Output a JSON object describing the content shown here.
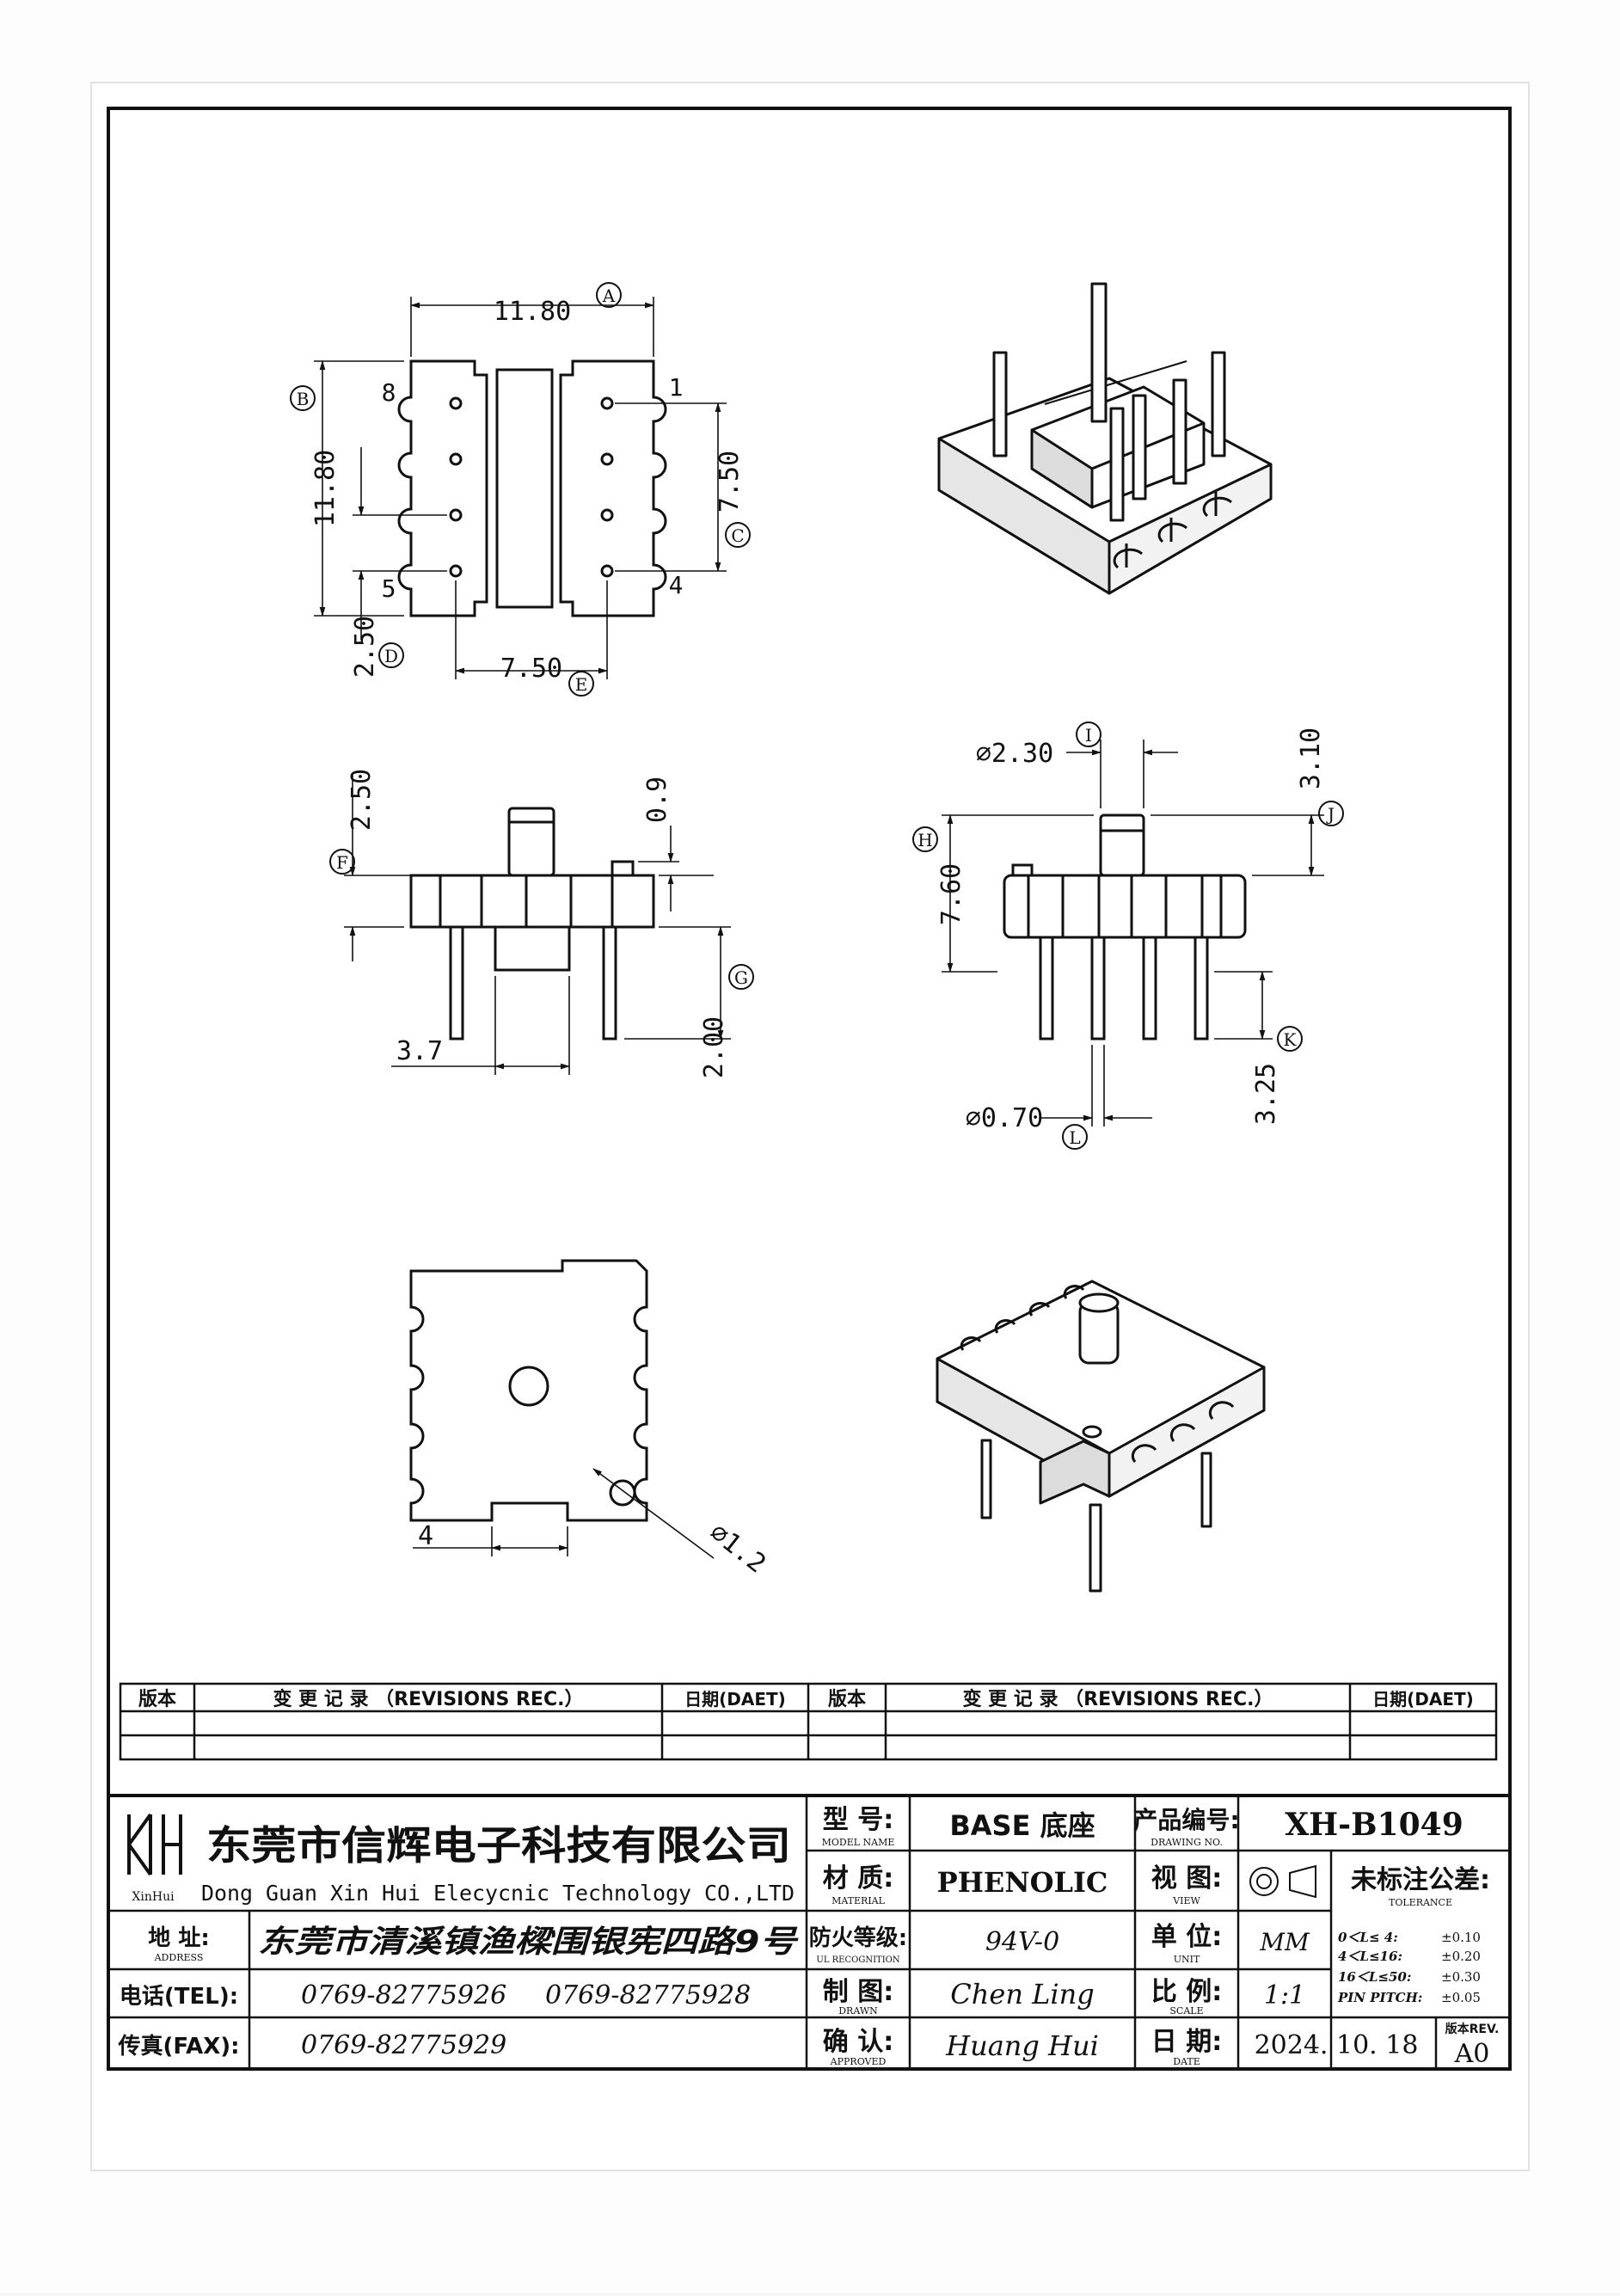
{
  "drawing": {
    "top_view": {
      "width_dim": "11.80",
      "width_ref": "A",
      "height_dim": "11.80",
      "height_ref": "B",
      "pitch_right": "7.50",
      "pitch_right_ref": "C",
      "pin_offset": "2.50",
      "pin_offset_ref": "D",
      "pitch_bottom": "7.50",
      "pitch_bottom_ref": "E",
      "pin_numbers": [
        "8",
        "1",
        "5",
        "4"
      ]
    },
    "front_view": {
      "post_height": "2.50",
      "post_ref": "F",
      "step": "0.9",
      "pin_len": "2.00",
      "pin_ref": "G",
      "slot_width": "3.7"
    },
    "side_view": {
      "post_dia": "⌀2.30",
      "post_dia_ref": "I",
      "total_height": "7.60",
      "total_height_ref": "H",
      "top_step": "3.10",
      "top_step_ref": "J",
      "pin_length": "3.25",
      "pin_length_ref": "K",
      "pin_dia": "⌀0.70",
      "pin_dia_ref": "L"
    },
    "bottom_view": {
      "slot_width": "4",
      "hole_dia": "⌀1.2"
    }
  },
  "revisions": {
    "headers": [
      "版本",
      "变 更 记 录 （REVISIONS REC.）",
      "日期(DAET)",
      "版本",
      "变 更 记 录 （REVISIONS REC.）",
      "日期(DAET)"
    ]
  },
  "company": {
    "name_cn": "东莞市信辉电子科技有限公司",
    "name_en": "Dong Guan Xin Hui Elecycnic Technology CO.,LTD",
    "logo_text": "XinHui",
    "address_label": "地 址:",
    "address_label_en": "ADDRESS",
    "address": "东莞市清溪镇渔樑围银宪四路9号",
    "tel_label": "电话(TEL):",
    "tel": [
      "0769-82775926",
      "0769-82775928"
    ],
    "fax_label": "传真(FAX):",
    "fax": "0769-82775929"
  },
  "title_block": {
    "model_label": "型 号:",
    "model_label_en": "MODEL NAME",
    "model": "BASE 底座",
    "material_label": "材 质:",
    "material_label_en": "MATERIAL",
    "material": "PHENOLIC",
    "ul_label": "防火等级:",
    "ul_label_en": "UL RECOGNITION",
    "ul": "94V-0",
    "drawn_label": "制 图:",
    "drawn_label_en": "DRAWN",
    "drawn": "Chen Ling",
    "approved_label": "确 认:",
    "approved_label_en": "APPROVED",
    "approved": "Huang Hui",
    "drawing_no_label": "产品编号:",
    "drawing_no_label_en": "DRAWING NO.",
    "drawing_no": "XH-B1049",
    "view_label": "视 图:",
    "view_label_en": "VIEW",
    "unit_label": "单 位:",
    "unit_label_en": "UNIT",
    "unit": "MM",
    "scale_label": "比 例:",
    "scale_label_en": "SCALE",
    "scale": "1:1",
    "date_label": "日 期:",
    "date_label_en": "DATE",
    "date": "2024. 10. 18",
    "tolerance_label": "未标注公差:",
    "tolerance_label_en": "TOLERANCE",
    "tolerances": [
      {
        "range": "0＜L≤ 4:",
        "value": "±0.10"
      },
      {
        "range": "4＜L≤16:",
        "value": "±0.20"
      },
      {
        "range": "16＜L≤50:",
        "value": "±0.30"
      },
      {
        "range": "PIN PITCH:",
        "value": "±0.05"
      }
    ],
    "rev_label": "版本REV.",
    "rev": "A0"
  }
}
